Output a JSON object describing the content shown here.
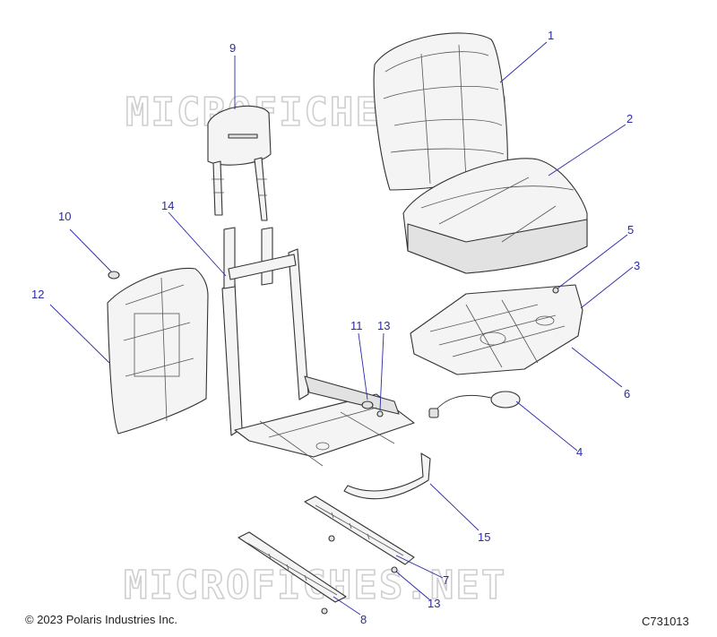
{
  "watermark": "MICROFICHES.NET",
  "copyright": "© 2023 Polaris Industries Inc.",
  "drawing_id": "C731013",
  "callouts": {
    "c1": "1",
    "c2": "2",
    "c3": "3",
    "c4": "4",
    "c5": "5",
    "c6": "6",
    "c7": "7",
    "c8": "8",
    "c9": "9",
    "c10": "10",
    "c11": "11",
    "c12": "12",
    "c13a": "13",
    "c13b": "13",
    "c14": "14",
    "c15": "15"
  }
}
